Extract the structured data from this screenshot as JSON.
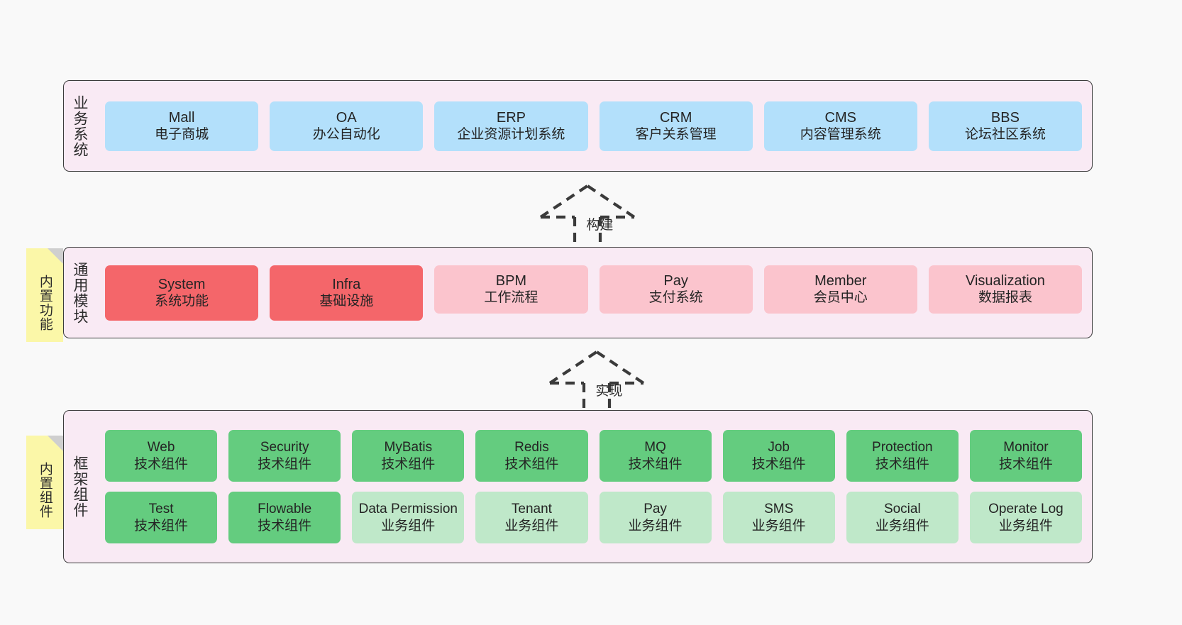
{
  "layers": [
    {
      "key": "business",
      "title": "业务系统",
      "note": null,
      "rows": [
        [
          {
            "t1": "Mall",
            "t2": "电子商城",
            "color": "blue"
          },
          {
            "t1": "OA",
            "t2": "办公自动化",
            "color": "blue"
          },
          {
            "t1": "ERP",
            "t2": "企业资源计划系统",
            "color": "blue"
          },
          {
            "t1": "CRM",
            "t2": "客户关系管理",
            "color": "blue"
          },
          {
            "t1": "CMS",
            "t2": "内容管理系统",
            "color": "blue"
          },
          {
            "t1": "BBS",
            "t2": "论坛社区系统",
            "color": "blue"
          }
        ]
      ]
    },
    {
      "key": "common",
      "title": "通用模块",
      "note": "内置功能",
      "rows": [
        [
          {
            "t1": "System",
            "t2": "系统功能",
            "color": "red"
          },
          {
            "t1": "Infra",
            "t2": "基础设施",
            "color": "red"
          },
          {
            "t1": "BPM",
            "t2": "工作流程",
            "color": "pinkl"
          },
          {
            "t1": "Pay",
            "t2": "支付系统",
            "color": "pinkl"
          },
          {
            "t1": "Member",
            "t2": "会员中心",
            "color": "pinkl"
          },
          {
            "t1": "Visualization",
            "t2": "数据报表",
            "color": "pinkl"
          }
        ]
      ]
    },
    {
      "key": "framework",
      "title": "框架组件",
      "note": "内置组件",
      "rows": [
        [
          {
            "t1": "Web",
            "t2": "技术组件",
            "color": "green"
          },
          {
            "t1": "Security",
            "t2": "技术组件",
            "color": "green"
          },
          {
            "t1": "MyBatis",
            "t2": "技术组件",
            "color": "green"
          },
          {
            "t1": "Redis",
            "t2": "技术组件",
            "color": "green"
          },
          {
            "t1": "MQ",
            "t2": "技术组件",
            "color": "green"
          },
          {
            "t1": "Job",
            "t2": "技术组件",
            "color": "green"
          },
          {
            "t1": "Protection",
            "t2": "技术组件",
            "color": "green"
          },
          {
            "t1": "Monitor",
            "t2": "技术组件",
            "color": "green"
          }
        ],
        [
          {
            "t1": "Test",
            "t2": "技术组件",
            "color": "green"
          },
          {
            "t1": "Flowable",
            "t2": "技术组件",
            "color": "green"
          },
          {
            "t1": "Data Permission",
            "t2": "业务组件",
            "color": "greenl"
          },
          {
            "t1": "Tenant",
            "t2": "业务组件",
            "color": "greenl"
          },
          {
            "t1": "Pay",
            "t2": "业务组件",
            "color": "greenl"
          },
          {
            "t1": "SMS",
            "t2": "业务组件",
            "color": "greenl"
          },
          {
            "t1": "Social",
            "t2": "业务组件",
            "color": "greenl"
          },
          {
            "t1": "Operate Log",
            "t2": "业务组件",
            "color": "greenl"
          }
        ]
      ]
    }
  ],
  "arrows": [
    {
      "key": "build",
      "label": "构建"
    },
    {
      "key": "implement",
      "label": "实现"
    }
  ],
  "colors": {
    "panel_bg": "#f9eaf4",
    "panel_border": "#3b3b3b",
    "blue": "#b3e0fb",
    "red": "#f4666a",
    "pink_light": "#fbc4cd",
    "green": "#64cc7f",
    "green_light": "#bfe8c9",
    "note_bg": "#fbf7a8",
    "note_fold": "#cfcfcf",
    "canvas_bg": "#f9f9f9"
  }
}
